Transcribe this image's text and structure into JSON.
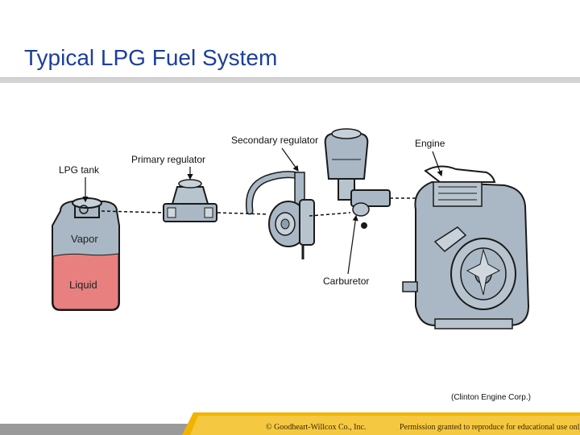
{
  "slide": {
    "title": "Typical LPG Fuel System"
  },
  "diagram": {
    "labels": {
      "lpg_tank": "LPG tank",
      "primary_regulator": "Primary regulator",
      "secondary_regulator": "Secondary regulator",
      "engine": "Engine",
      "carburetor": "Carburetor",
      "vapor": "Vapor",
      "liquid": "Liquid"
    },
    "colors": {
      "liquid": "#e8807f",
      "metal": "#a9b8c4",
      "outline": "#1a1a1a"
    }
  },
  "credit": "(Clinton Engine Corp.)",
  "footer": {
    "copyright": "© Goodheart-Willcox Co., Inc.",
    "permission": "Permission granted to reproduce for educational use only.",
    "accent_color": "#f0b400"
  }
}
